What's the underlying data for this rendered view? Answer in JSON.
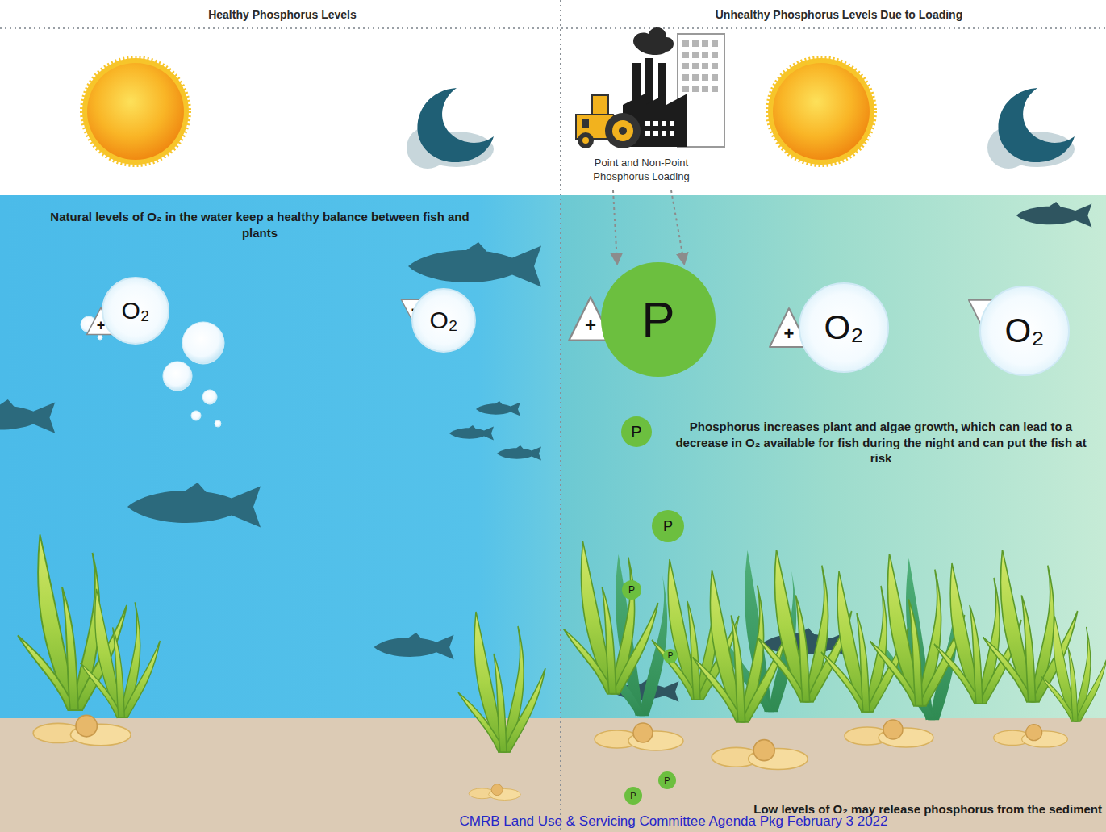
{
  "diagram": {
    "nodes": [
      {
        "text": [
          "+"
        ]
      },
      {
        "text": [
          "O₂"
        ]
      },
      {
        "text": [
          "-"
        ]
      },
      {
        "text": [
          "O₂"
        ]
      },
      {
        "text": [
          "+"
        ]
      },
      {
        "text": [
          "P"
        ]
      },
      {
        "text": [
          "+"
        ]
      },
      {
        "text": [
          "O₂"
        ]
      },
      {
        "text": [
          "-"
        ]
      },
      {
        "text": [
          "O₂"
        ]
      },
      {
        "text": [
          "P"
        ]
      },
      {
        "text": [
          "P"
        ]
      },
      {
        "text": [
          "P"
        ]
      },
      {
        "text": [
          "P"
        ]
      },
      {
        "text": [
          "P"
        ]
      },
      {
        "text": [
          "P"
        ]
      }
    ],
    "labels": [
      "Healthy Phosphorus Levels",
      "Unhealthy Phosphorus Levels Due to Loading",
      "Point and Non-Point Phosphorus Loading",
      "Natural levels of O₂ in the water keep a healthy balance between fish and plants",
      "Phosphorus increases plant and algae growth, which can lead to a decrease in O₂ available for fish during the night and can put the fish at risk",
      "Low levels of O₂ may release phosphorus from the sediment",
      "CMRB Land Use & Servicing Committee Agenda Pkg February 3 2022"
    ]
  }
}
